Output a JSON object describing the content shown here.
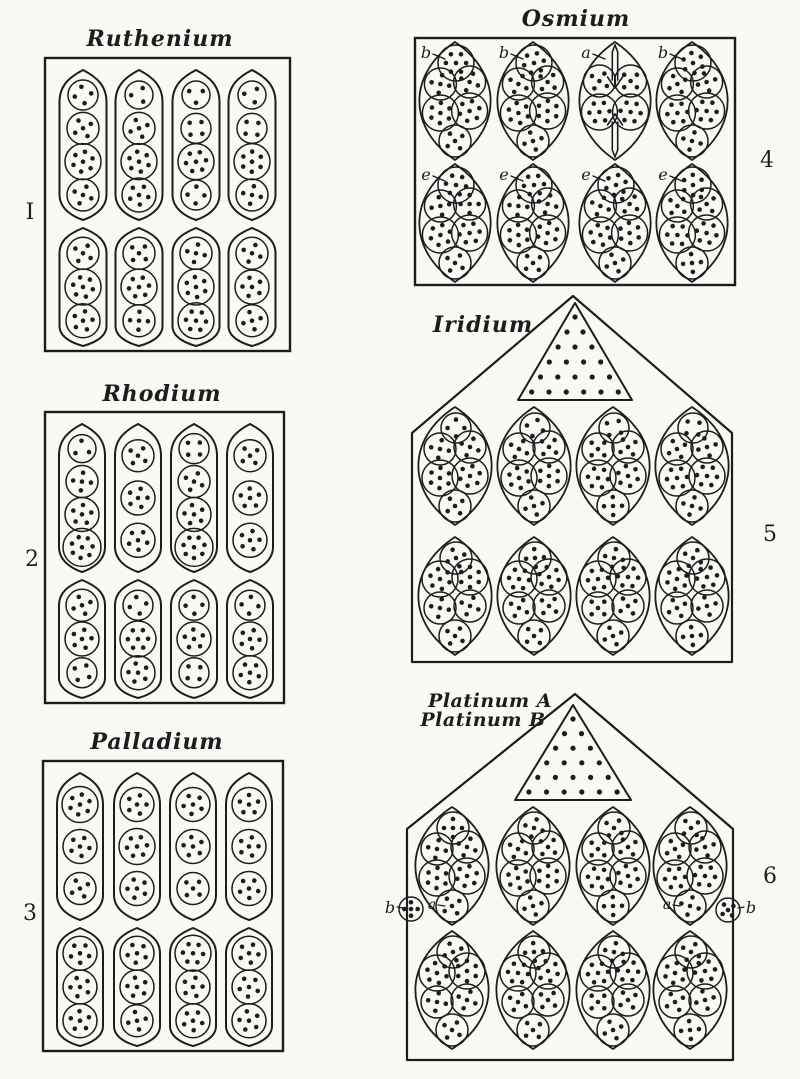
{
  "plate": {
    "paper_color": "#faf9f5",
    "ink_color": "#1d1d1d",
    "description": "Hand-drawn plate of six numbered element diagrams"
  },
  "panels": [
    {
      "key": "ruthenium",
      "title": "Ruthenium",
      "number": "I",
      "enclosure": "rectangle",
      "unit": "pill",
      "rows": [
        {
          "pills": [
            [
              4,
              5,
              7,
              5
            ],
            [
              3,
              5,
              7,
              6
            ],
            [
              3,
              4,
              7,
              4
            ],
            [
              3,
              4,
              7,
              5
            ]
          ]
        },
        {
          "pills": [
            [
              5,
              7,
              6
            ],
            [
              5,
              7,
              5
            ],
            [
              5,
              7,
              7
            ],
            [
              5,
              6,
              5
            ]
          ]
        }
      ]
    },
    {
      "key": "rhodium",
      "title": "Rhodium",
      "number": "2",
      "enclosure": "rectangle",
      "unit": "pill",
      "rows": [
        {
          "pills": [
            [
              3,
              5,
              6,
              8
            ],
            [
              5,
              6,
              6
            ],
            [
              4,
              5,
              6,
              8
            ],
            [
              5,
              6,
              6
            ]
          ]
        },
        {
          "pills": [
            [
              5,
              6,
              4
            ],
            [
              4,
              7,
              6
            ],
            [
              4,
              6,
              4
            ],
            [
              4,
              6,
              6
            ]
          ]
        }
      ]
    },
    {
      "key": "palladium",
      "title": "Palladium",
      "number": "3",
      "enclosure": "rectangle",
      "unit": "pill",
      "rows": [
        {
          "pills": [
            [
              7,
              6,
              5
            ],
            [
              6,
              7,
              6
            ],
            [
              6,
              6,
              5
            ],
            [
              6,
              6,
              6
            ]
          ]
        },
        {
          "pills": [
            [
              6,
              6,
              6
            ],
            [
              6,
              6,
              5
            ],
            [
              7,
              6,
              6
            ],
            [
              6,
              6,
              6
            ]
          ]
        }
      ]
    },
    {
      "key": "osmium",
      "title": "Osmium",
      "number": "4",
      "enclosure": "rectangle",
      "unit": "leaf",
      "rows": [
        {
          "leaves": [
            {
              "label": "b",
              "dots": [
                7,
                5,
                5,
                7,
                7,
                5
              ]
            },
            {
              "label": "b",
              "dots": [
                7,
                5,
                5,
                7,
                7,
                5
              ]
            },
            {
              "label": "a",
              "dots": [
                5,
                5,
                7,
                7
              ],
              "arrows": true
            },
            {
              "label": "b",
              "dots": [
                7,
                5,
                5,
                7,
                7,
                5
              ]
            }
          ]
        },
        {
          "leaves": [
            {
              "label": "e",
              "dots": [
                7,
                5,
                5,
                7,
                7,
                5
              ]
            },
            {
              "label": "e",
              "dots": [
                7,
                5,
                5,
                7,
                7,
                5
              ]
            },
            {
              "label": "e",
              "dots": [
                7,
                5,
                5,
                7,
                7,
                5
              ]
            },
            {
              "label": "e",
              "dots": [
                7,
                5,
                5,
                7,
                7,
                5
              ]
            }
          ]
        }
      ]
    },
    {
      "key": "iridium",
      "title": "Iridium",
      "number": "5",
      "enclosure": "house",
      "unit": "leaf",
      "triangle_dot_rows": [
        1,
        2,
        3,
        4,
        5,
        6
      ],
      "rows": [
        {
          "leaves": [
            {
              "dots": [
                4,
                5,
                5,
                7,
                7,
                5
              ]
            },
            {
              "dots": [
                4,
                5,
                5,
                7,
                7,
                5
              ]
            },
            {
              "dots": [
                4,
                5,
                5,
                7,
                7,
                5
              ]
            },
            {
              "dots": [
                4,
                5,
                5,
                7,
                7,
                5
              ]
            }
          ]
        },
        {
          "leaves": [
            {
              "dots": [
                5,
                7,
                7,
                5,
                5,
                5
              ]
            },
            {
              "dots": [
                5,
                7,
                7,
                5,
                5,
                5
              ]
            },
            {
              "dots": [
                5,
                7,
                7,
                5,
                5,
                5
              ]
            },
            {
              "dots": [
                5,
                7,
                7,
                5,
                5,
                5
              ]
            }
          ]
        }
      ]
    },
    {
      "key": "platinum",
      "title": "Platinum A",
      "title2": "Platinum B",
      "number": "6",
      "enclosure": "house",
      "unit": "leaf",
      "triangle_dot_rows": [
        1,
        2,
        3,
        4,
        5,
        6
      ],
      "rows": [
        {
          "leaves": [
            {
              "label": "a",
              "dots": [
                5,
                5,
                5,
                7,
                7,
                5
              ]
            },
            {
              "dots": [
                5,
                5,
                5,
                7,
                7,
                5
              ]
            },
            {
              "dots": [
                5,
                5,
                5,
                7,
                7,
                5
              ]
            },
            {
              "label": "a",
              "dots": [
                5,
                5,
                5,
                7,
                7,
                5
              ]
            }
          ]
        },
        {
          "leaves": [
            {
              "dots": [
                5,
                7,
                7,
                5,
                5,
                5
              ]
            },
            {
              "dots": [
                5,
                7,
                7,
                5,
                5,
                5
              ]
            },
            {
              "dots": [
                5,
                7,
                7,
                5,
                5,
                5
              ]
            },
            {
              "dots": [
                5,
                7,
                7,
                5,
                5,
                5
              ]
            }
          ]
        }
      ],
      "side_circles": [
        {
          "label": "b",
          "dots": 5
        },
        {
          "label": "b",
          "dots": 5
        }
      ]
    }
  ]
}
